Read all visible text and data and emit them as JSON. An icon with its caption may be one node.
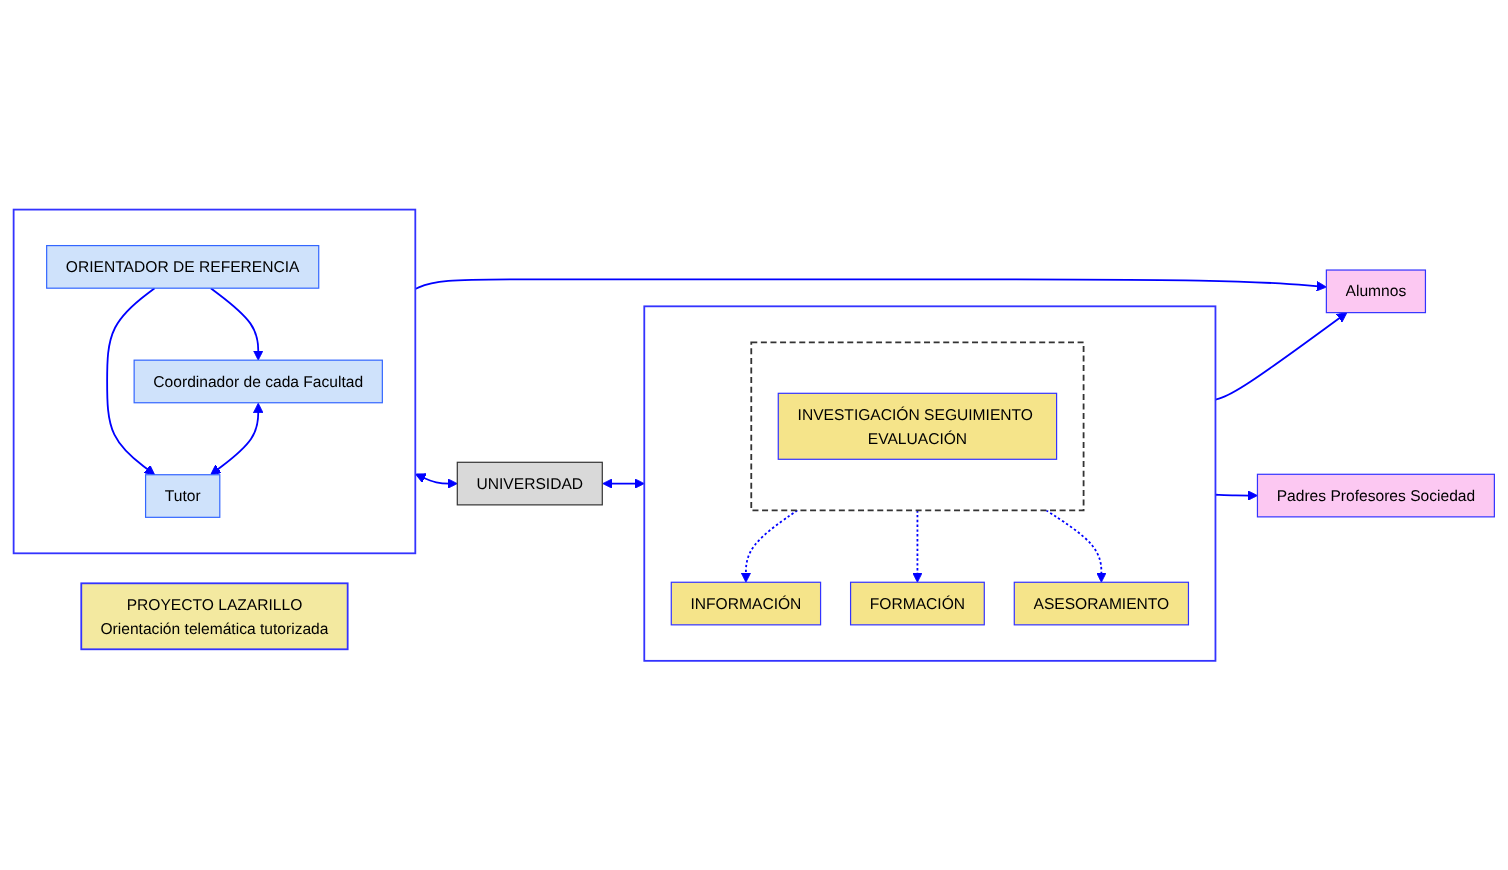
{
  "diagram": {
    "nodes": [
      {
        "text": [
          "PROYECTO LAZARILLO",
          "Orientación telemática tutorizada"
        ]
      },
      {
        "text": [],
        "shape": "box"
      },
      {
        "text": [
          "ORIENTADOR DE REFERENCIA"
        ],
        "in": 1
      },
      {
        "text": [
          "Coordinador de cada Facultad"
        ],
        "in": 1
      },
      {
        "text": [
          "Tutor"
        ],
        "in": 1
      },
      {
        "text": [
          "UNIVERSIDAD"
        ]
      },
      {
        "text": [],
        "shape": "box"
      },
      {
        "text": [
          "INFORMACIÓN"
        ],
        "in": 6
      },
      {
        "text": [
          "ASESORAMIENTO"
        ],
        "in": 6
      },
      {
        "text": [
          "FORMACIÓN"
        ],
        "in": 6
      },
      {
        "text": [],
        "shape": "box",
        "in": 6
      },
      {
        "text": [
          "INVESTIGACIÓN SEGUIMIENTO EVALUACIÓN"
        ],
        "in": 10
      },
      {
        "text": [
          "Alumnos"
        ]
      },
      {
        "text": [
          "Padres Profesores Sociedad"
        ]
      }
    ],
    "edges": [
      {
        "from": 2,
        "to": 3,
        "arrow": "to"
      },
      {
        "from": 2,
        "to": 4,
        "arrow": "to"
      },
      {
        "from": 3,
        "to": 4,
        "arrow": "both"
      },
      {
        "from": 1,
        "to": 5,
        "arrow": "both"
      },
      {
        "from": 5,
        "to": 6,
        "arrow": "both"
      },
      {
        "from": 10,
        "to": 7,
        "arrow": "to",
        "style": "dashed"
      },
      {
        "from": 10,
        "to": 9,
        "arrow": "to",
        "style": "dashed"
      },
      {
        "from": 10,
        "to": 8,
        "arrow": "to",
        "style": "dashed"
      },
      {
        "from": 1,
        "to": 12,
        "arrow": "to"
      },
      {
        "from": 6,
        "to": 12,
        "arrow": "to"
      },
      {
        "from": 6,
        "to": 13,
        "arrow": "to"
      }
    ]
  }
}
